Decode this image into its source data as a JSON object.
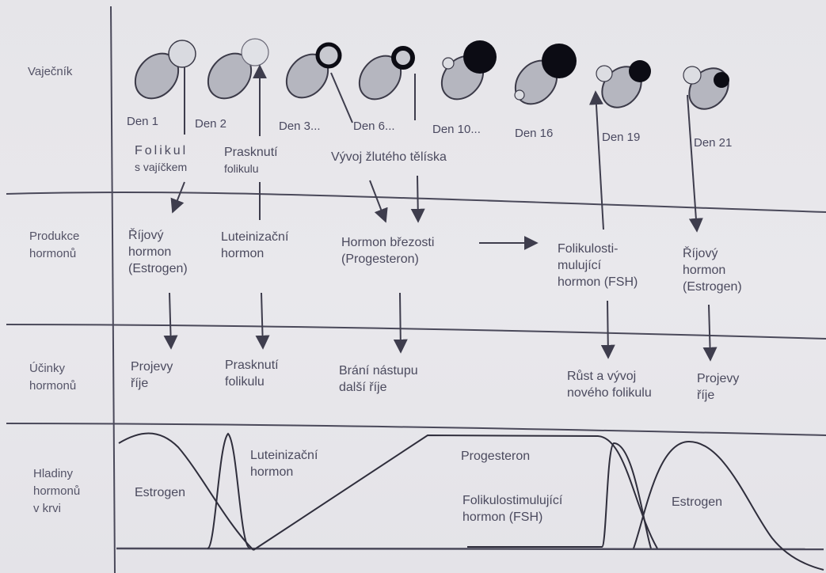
{
  "rows": {
    "ovary": "Vaječník",
    "production": [
      "Produkce",
      "hormonů"
    ],
    "effects": [
      "Účinky",
      "hormonů"
    ],
    "levels": [
      "Hladiny",
      "hormonů",
      "v krvi"
    ]
  },
  "days": [
    "Den 1",
    "Den 2",
    "Den 3...",
    "Den 6...",
    "Den 10...",
    "Den 16",
    "Den 19",
    "Den 21"
  ],
  "ovary_notes": {
    "follicle": [
      "Folikul",
      "s vajíčkem"
    ],
    "rupture": [
      "Prasknutí",
      "folikulu"
    ],
    "corpus": "Vývoj žlutého tělíska"
  },
  "hormones": {
    "estrogen1": [
      "Říjový",
      "hormon",
      "(Estrogen)"
    ],
    "lh": [
      "Luteinizační",
      "hormon"
    ],
    "progesterone": [
      "Hormon březosti",
      "(Progesteron)"
    ],
    "fsh": [
      "Folikulosti-",
      "mulující",
      "hormon (FSH)"
    ],
    "estrogen2": [
      "Říjový",
      "hormon",
      "(Estrogen)"
    ]
  },
  "effects": {
    "heat1": [
      "Projevy",
      "říje"
    ],
    "rupture": [
      "Prasknutí",
      "folikulu"
    ],
    "block": [
      "Brání nástupu",
      "další říje"
    ],
    "growth": [
      "Růst a vývoj",
      "nového folikulu"
    ],
    "heat2": [
      "Projevy",
      "říje"
    ]
  },
  "curve_labels": {
    "estrogen1": "Estrogen",
    "lh": [
      "Luteinizační",
      "hormon"
    ],
    "progesterone": "Progesteron",
    "fsh": [
      "Folikulostimulující",
      "hormon (FSH)"
    ],
    "estrogen2": "Estrogen"
  },
  "colors": {
    "ink": "#4b4a5e",
    "line": "#3e3d4d",
    "follicle_dark": "#0c0c14",
    "ovary_fill": "#b8b9c2"
  }
}
